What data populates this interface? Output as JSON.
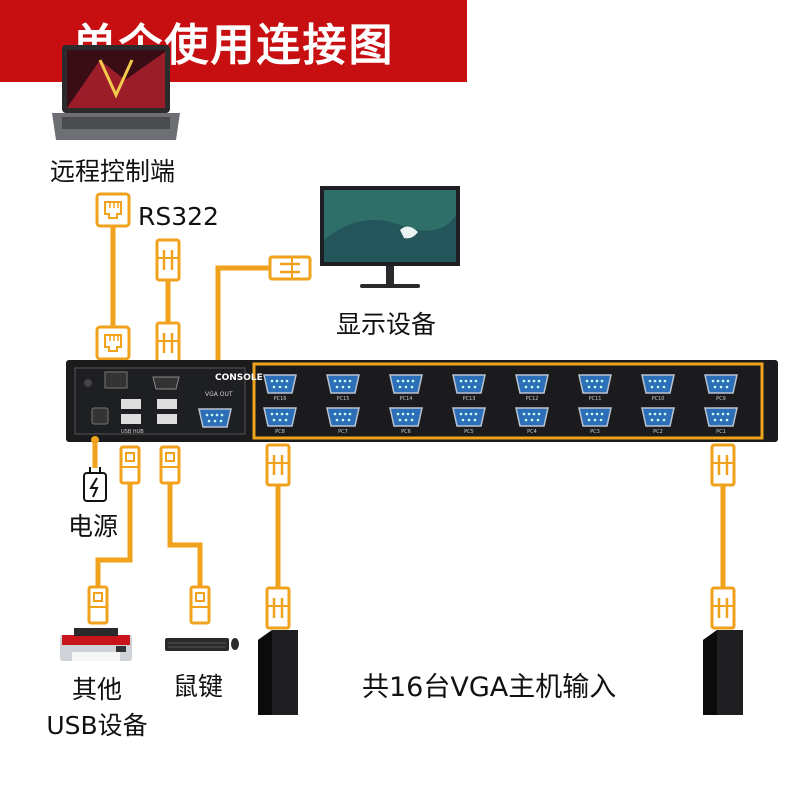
{
  "title": "单个使用连接图",
  "labels": {
    "remote": "远程控制端",
    "serial": "RS322",
    "display": "显示设备",
    "power": "电源",
    "usb_line1": "其他",
    "usb_line2": "USB设备",
    "keyboard_mouse": "鼠键",
    "hosts": "共16台VGA主机输入"
  },
  "device": {
    "console_label": "CONSOLE",
    "vga_out_label": "VGA OUT",
    "usb_hub_label": "USB HUB",
    "top_ports": [
      "PC16",
      "PC15",
      "PC14",
      "PC13",
      "PC12",
      "PC11",
      "PC10",
      "PC9"
    ],
    "bottom_ports": [
      "PC8",
      "PC7",
      "PC6",
      "PC5",
      "PC4",
      "PC3",
      "PC2",
      "PC1"
    ]
  },
  "colors": {
    "banner": "#c70f12",
    "cable": "#f0a21c",
    "device": "#1b1b1d"
  },
  "icons": [
    "laptop-icon",
    "monitor-icon",
    "rj45-icon",
    "vga-plug-icon",
    "usb-plug-icon",
    "power-adapter-icon",
    "printer-icon",
    "keyboard-icon",
    "mouse-icon",
    "pc-tower-icon"
  ]
}
